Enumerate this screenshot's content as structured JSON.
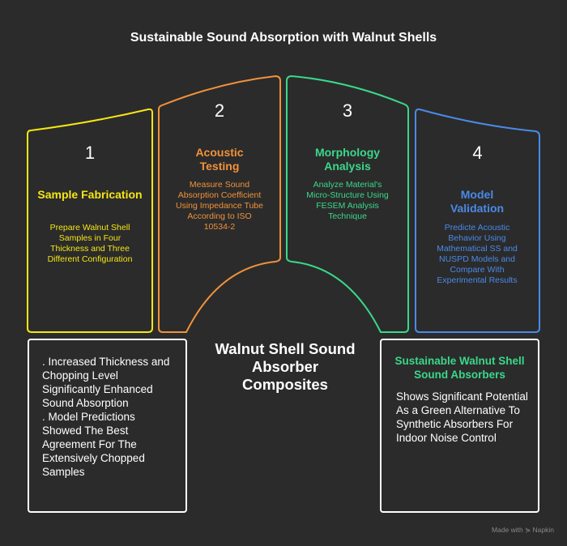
{
  "title": "Sustainable Sound Absorption with Walnut Shells",
  "colors": {
    "background": "#2b2b2b",
    "step1": "#f5e614",
    "step2": "#f0923a",
    "step3": "#3ad88a",
    "step4": "#4a8ae8"
  },
  "steps": [
    {
      "number": "1",
      "heading": "Sample Fabrication",
      "description": "Prepare Walnut Shell Samples in Four Thickness and Three Different Configuration"
    },
    {
      "number": "2",
      "heading": "Acoustic Testing",
      "description": "Measure Sound Absorption Coefficient Using Impedance Tube According to ISO 10534-2"
    },
    {
      "number": "3",
      "heading": "Morphology Analysis",
      "description": "Analyze Material's Micro-Structure Using FESEM Analysis Technique"
    },
    {
      "number": "4",
      "heading": "Model Validation",
      "description": "Predicte Acoustic Behavior Using Mathematical SS and NUSPD Models and Compare With Experimental Results"
    }
  ],
  "center_title": "Walnut Shell Sound Absorber Composites",
  "findings": {
    "line1": ".  Increased Thickness and Chopping Level Significantly Enhanced Sound Absorption",
    "line2": ".  Model Predictions Showed The Best Agreement For The Extensively Chopped Samples"
  },
  "conclusion": {
    "heading": "Sustainable Walnut Shell Sound Absorbers",
    "text": "Shows Significant Potential As a Green Alternative To Synthetic Absorbers For Indoor Noise Control"
  },
  "footer": "Made with ⋟ Napkin"
}
